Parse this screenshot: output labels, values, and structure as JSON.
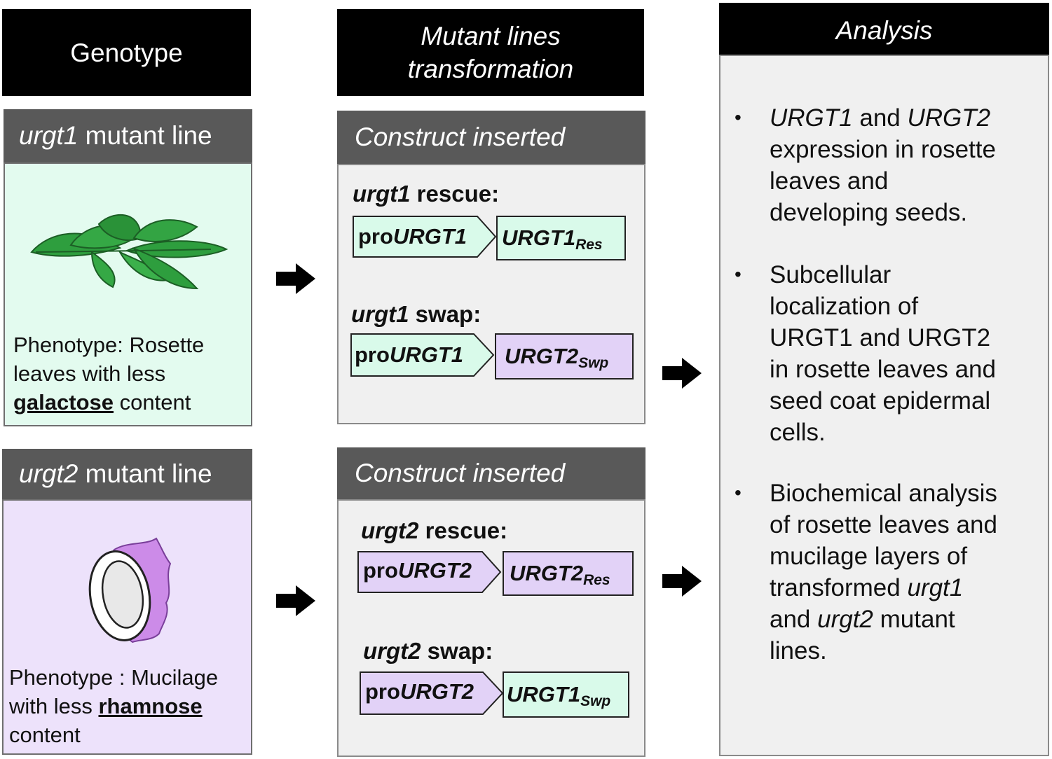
{
  "headers": {
    "genotype": "Genotype",
    "transformation_line1": "Mutant lines",
    "transformation_line2": "transformation",
    "analysis": "Analysis"
  },
  "urgt1_panel": {
    "title_gene": "urgt1",
    "title_rest": " mutant line",
    "phenotype_line1": "Phenotype: Rosette",
    "phenotype_line2": "leaves with less",
    "phenotype_keyword": "galactose",
    "phenotype_tail": " content",
    "image_icon": "rosette-leaves-icon"
  },
  "urgt2_panel": {
    "title_gene": "urgt2",
    "title_rest": " mutant line",
    "phenotype_line1": "Phenotype : Mucilage",
    "phenotype_line2_prefix": "with less ",
    "phenotype_keyword": "rhamnose",
    "phenotype_line3": "content",
    "image_icon": "seed-mucilage-icon"
  },
  "construct_panels": [
    {
      "header": "Construct inserted",
      "rescue": {
        "gene": "urgt1",
        "label": " rescue:",
        "promoter_prefix": "pro",
        "promoter_gene": "URGT1",
        "cds": "URGT1",
        "suffix": "Res"
      },
      "swap": {
        "gene": "urgt1",
        "label": " swap:",
        "promoter_prefix": "pro",
        "promoter_gene": "URGT1",
        "cds": "URGT2",
        "suffix": "Swp"
      }
    },
    {
      "header": "Construct inserted",
      "rescue": {
        "gene": "urgt2",
        "label": " rescue:",
        "promoter_prefix": "pro",
        "promoter_gene": "URGT2",
        "cds": "URGT2",
        "suffix": "Res"
      },
      "swap": {
        "gene": "urgt2",
        "label": " swap:",
        "promoter_prefix": "pro",
        "promoter_gene": "URGT2",
        "cds": "URGT1",
        "suffix": "Swp"
      }
    }
  ],
  "analysis_items": [
    {
      "bullet": "•",
      "lines": [
        [
          "URGT1",
          " and ",
          "URGT2"
        ],
        [
          "expression in rosette"
        ],
        [
          "leaves and"
        ],
        [
          "developing seeds."
        ]
      ]
    },
    {
      "bullet": "•",
      "lines": [
        [
          "Subcellular"
        ],
        [
          "localization of"
        ],
        [
          "URGT1 and URGT2"
        ],
        [
          "in rosette leaves and"
        ],
        [
          "seed coat epidermal"
        ],
        [
          "cells."
        ]
      ]
    },
    {
      "bullet": "•",
      "lines": [
        [
          "Biochemical analysis"
        ],
        [
          "of rosette leaves and"
        ],
        [
          "mucilage layers of"
        ],
        [
          "transformed ",
          "urgt1"
        ],
        [
          "and ",
          "urgt2",
          " mutant"
        ],
        [
          "lines."
        ]
      ]
    }
  ],
  "colors": {
    "green_fill": "#e3fbef",
    "purple_fill": "#ede2fb",
    "construct_green": "#d9faea",
    "construct_purple": "#e2d2f7",
    "leaf_green": "#2e9e3e",
    "mucilage_purple": "#cc8be8"
  },
  "arrows": [
    "right-arrow-icon",
    "right-arrow-icon",
    "right-arrow-icon",
    "right-arrow-icon"
  ]
}
